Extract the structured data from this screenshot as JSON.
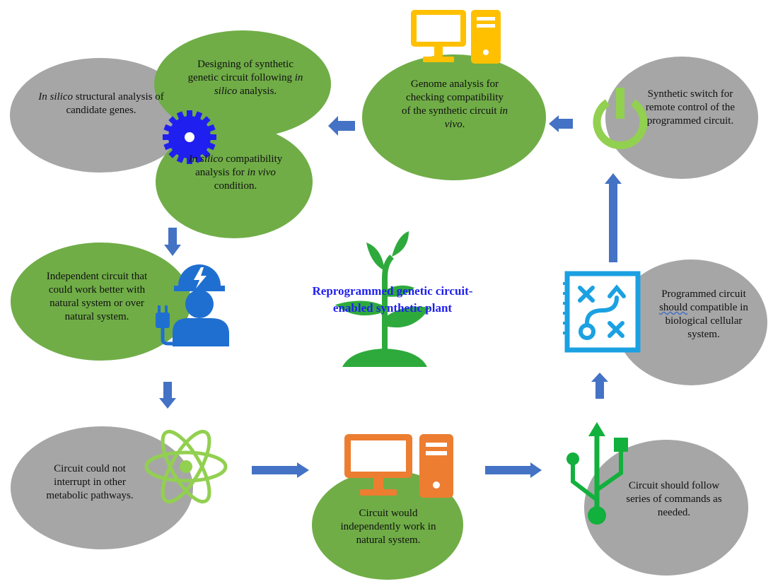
{
  "title": {
    "line1": "Reprogrammed genetic circuit-",
    "line2": "enabled synthetic plant",
    "color": "#1f1ff0"
  },
  "nodes": {
    "structural": {
      "italic": "In silico",
      "rest": " structural analysis of candidate genes."
    },
    "designing": {
      "pre": "Designing of synthetic genetic circuit following ",
      "italic": "in silico",
      "post": " analysis."
    },
    "compat": {
      "italic1": "In silico",
      "mid": " compatibility analysis for ",
      "italic2": "in vivo",
      "post": " condition."
    },
    "genome": {
      "pre": "Genome analysis for checking compatibility of the synthetic circuit ",
      "italic": "in vivo",
      "post": "."
    },
    "switch": "Synthetic switch for remote control of the programmed circuit.",
    "independent": "Independent circuit that could work better with natural system or over natural system.",
    "programmed": {
      "pre": "Programmed circuit ",
      "underlined": "should",
      "post": " compatible in biological cellular system."
    },
    "notinterrupt": "Circuit could not interrupt in other metabolic pathways.",
    "independently": "Circuit would independently work in natural system.",
    "commands": "Circuit should follow series of commands as needed."
  },
  "icons": [
    "computer-icon",
    "power-icon",
    "gear-icon",
    "engineer-icon",
    "plant-icon",
    "strategy-icon",
    "atom-icon",
    "computer-icon",
    "usb-icon"
  ],
  "colors": {
    "gray_node": "#a6a6a6",
    "green_node": "#70ad47",
    "arrow": "#4472c4",
    "computer_top": "#ffc000",
    "computer_bottom": "#ed7d31",
    "power": "#92d050",
    "gear": "#1f1ff0",
    "engineer": "#1f6fd0",
    "plant": "#2eaa3c",
    "strategy": "#1ba1e2",
    "atom": "#92d050",
    "usb": "#12b03c"
  }
}
